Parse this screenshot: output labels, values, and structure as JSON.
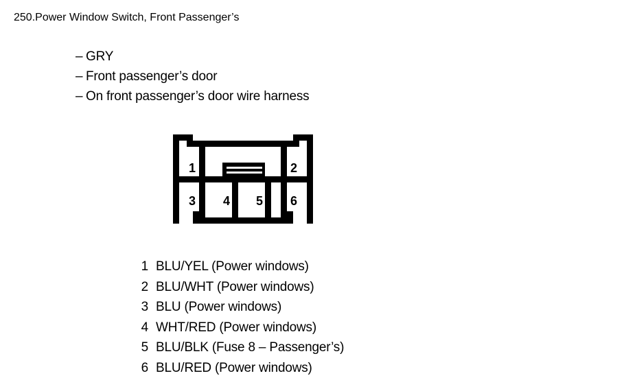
{
  "title": {
    "number": "250.",
    "text": "Power Window Switch, Front Passenger’s"
  },
  "notes": [
    {
      "dash": "–",
      "text": "GRY"
    },
    {
      "dash": "–",
      "text": "Front passenger’s door"
    },
    {
      "dash": "–",
      "text": "On front passenger’s door wire harness"
    }
  ],
  "connector": {
    "name": "6-pin connector body",
    "top_row": [
      {
        "pin": "1"
      },
      {
        "pin": "2"
      }
    ],
    "bottom_row": [
      {
        "pin": "3"
      },
      {
        "pin": "4"
      },
      {
        "pin": "5"
      },
      {
        "pin": "6"
      }
    ],
    "latch_tab": "center locking tab",
    "outline_color": "#000000"
  },
  "legend": [
    {
      "num": "1",
      "label": "BLU/YEL (Power windows)"
    },
    {
      "num": "2",
      "label": "BLU/WHT (Power windows)"
    },
    {
      "num": "3",
      "label": "BLU (Power windows)"
    },
    {
      "num": "4",
      "label": "WHT/RED (Power windows)"
    },
    {
      "num": "5",
      "label": "BLU/BLK (Fuse 8 – Passenger’s)"
    },
    {
      "num": "6",
      "label": "BLU/RED (Power windows)"
    }
  ]
}
